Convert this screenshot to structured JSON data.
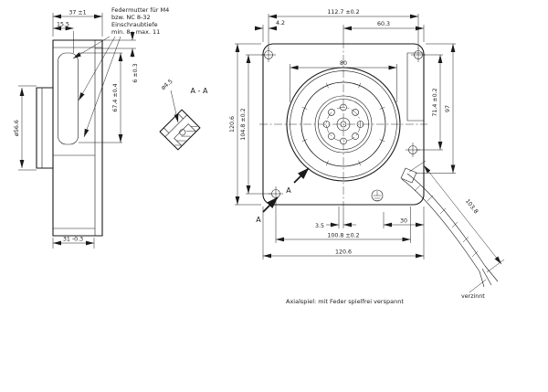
{
  "drawing": {
    "note_federmutter": {
      "line1": "Federmutter für M4",
      "line2": "bzw. NC 8-32",
      "line3": "Einschraubtiefe",
      "line4": "min. 8 , max. 11"
    },
    "section_detail_label": "A - A",
    "section_arrow_label": "A",
    "axial_note": "Axialspiel: mit Feder spielfrei verspannt",
    "wire_finish_label": "verzinnt",
    "dims": {
      "side_depth_total": "37 ±1",
      "side_depth_front": "15.5",
      "outlet_diameter": "ø56.6",
      "side_depth_housing": "31 -0.3",
      "side_height_slot": "67.4 ±0.4",
      "side_offset_small": "6 ±0.3",
      "detail_hole_diameter": "ø4.5",
      "hole_pitch_top": "112.7 ±0.2",
      "top_right_offset": "60.3",
      "top_left_offset": "4.2",
      "inlet_diameter": "80",
      "housing_height": "120.6",
      "hole_pitch_left": "104.8 ±0.2",
      "right_inner_height": "71.4 ±0.2",
      "right_outer_height": "97",
      "bottom_small_offset": "3.5",
      "hole_pitch_bottom": "100.8 ±0.2",
      "bottom_right_offset": "30",
      "housing_width": "120.6",
      "wire_length": "103.8"
    }
  }
}
